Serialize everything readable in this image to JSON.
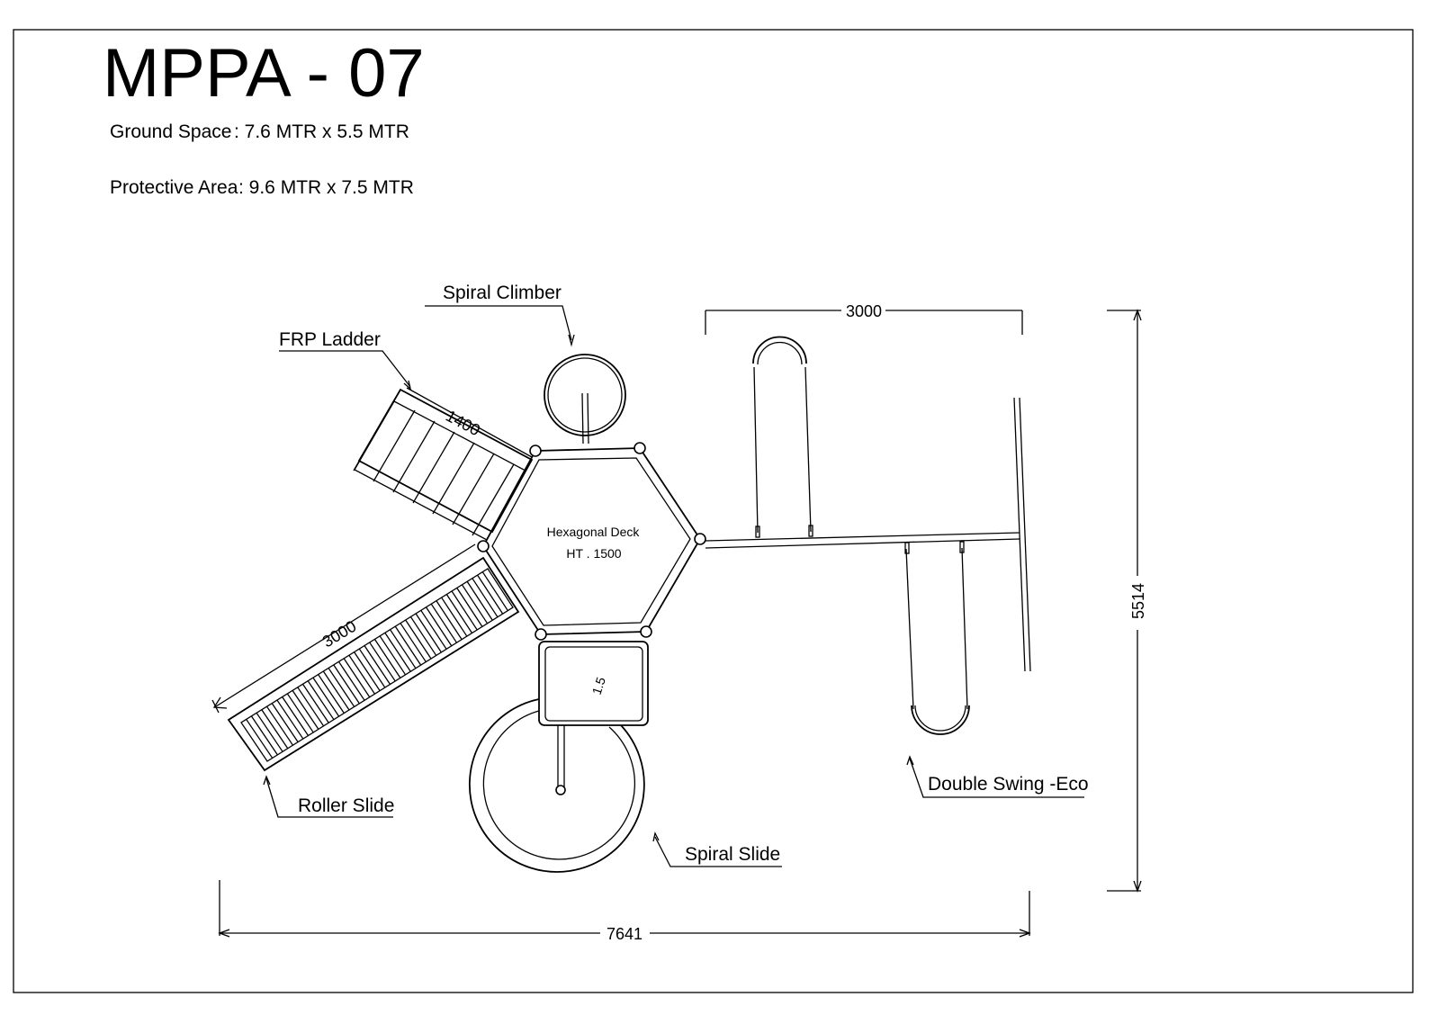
{
  "title": "MPPA - 07",
  "specs": {
    "ground_label": "Ground Space",
    "ground_value": ":  7.6 MTR    x  5.5 MTR",
    "protective_label": "Protective Area",
    "protective_value": ":  9.6 MTR   x  7.5 MTR"
  },
  "components": {
    "spiral_climber": "Spiral  Climber",
    "frp_ladder": "FRP Ladder",
    "roller_slide": "Roller  Slide",
    "spiral_slide": "Spiral  Slide",
    "double_swing": "Double Swing -Eco",
    "deck_name": "Hexagonal Deck",
    "deck_height": "HT . 1500"
  },
  "dimensions": {
    "swing_width": "3000",
    "overall_height": "5514",
    "overall_width": "7641",
    "ladder_length": "1400",
    "slide_length": "3000",
    "slide_platform": "1.5"
  }
}
